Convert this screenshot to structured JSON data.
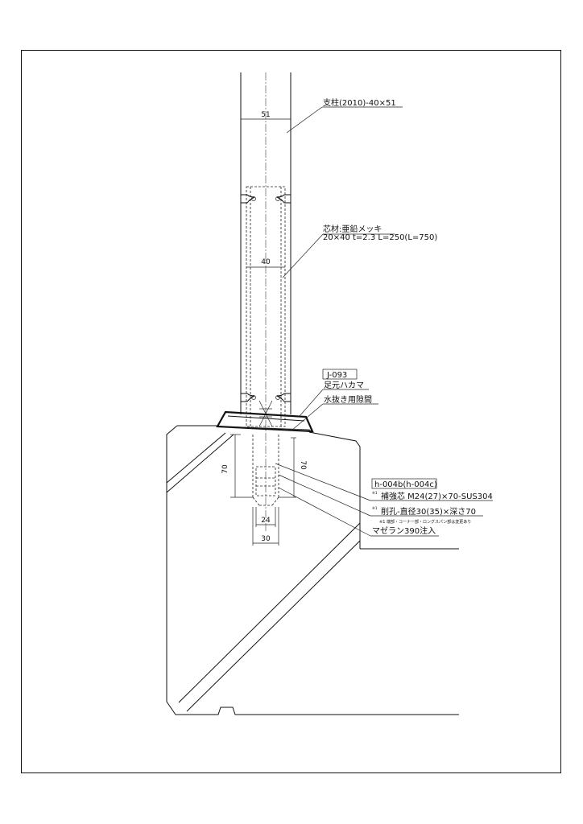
{
  "labels": {
    "post": "支柱(2010)-40×51",
    "core_material_line1": "芯材:亜鉛メッキ",
    "core_material_line2": "20×40 t=2.3 L=250(L=750)",
    "detail_code": "J-093",
    "base_skirt": "足元ハカマ",
    "drain_gap": "水抜き用隙間",
    "ref_code": "h-004b(h-004c)",
    "reinforcement_core": "補強芯 M24(27)×70-SUS304",
    "drill_hole": "削孔-直径30(35)×深さ70",
    "mark_1": "※1",
    "mark_2": "※1",
    "footnote": "※1 端部・コーナー部・ロングスパン部は変更あり",
    "grout": "マゼラン390注入"
  },
  "dimensions": {
    "post_width": "51",
    "core_width": "40",
    "anchor_depth_left": "70",
    "anchor_depth_right": "70",
    "anchor_diameter": "24",
    "hole_diameter": "30"
  }
}
